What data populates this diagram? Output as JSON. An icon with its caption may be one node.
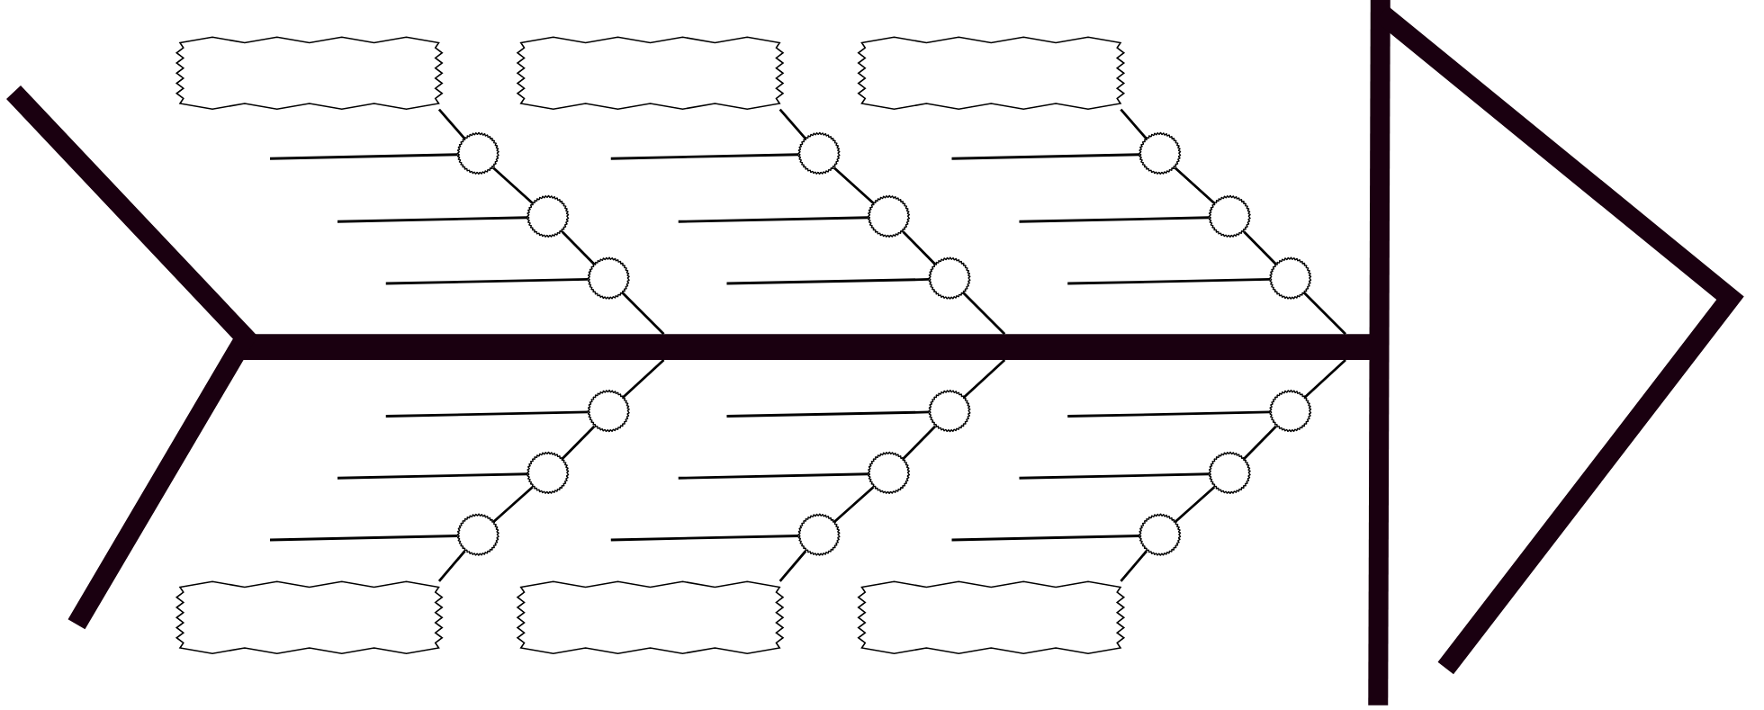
{
  "diagram": {
    "nodes": [
      {
        "text": [],
        "shape": "box"
      },
      {
        "text": [],
        "shape": "box"
      },
      {
        "text": [],
        "shape": "box"
      },
      {
        "text": [],
        "shape": "circle"
      },
      {
        "text": [],
        "shape": "circle"
      },
      {
        "text": [],
        "shape": "circle"
      },
      {
        "text": [],
        "shape": "circle"
      },
      {
        "text": [],
        "shape": "circle"
      },
      {
        "text": [],
        "shape": "circle"
      },
      {
        "text": [],
        "shape": "circle"
      },
      {
        "text": [],
        "shape": "circle"
      },
      {
        "text": [],
        "shape": "circle"
      },
      {
        "text": [],
        "shape": "circle"
      },
      {
        "text": [],
        "shape": "circle"
      },
      {
        "text": [],
        "shape": "circle"
      },
      {
        "text": [],
        "shape": "circle"
      },
      {
        "text": [],
        "shape": "circle"
      },
      {
        "text": [],
        "shape": "circle"
      },
      {
        "text": [],
        "shape": "circle"
      },
      {
        "text": [],
        "shape": "circle"
      },
      {
        "text": [],
        "shape": "circle"
      },
      {
        "text": [],
        "shape": "box"
      },
      {
        "text": [],
        "shape": "box"
      },
      {
        "text": [],
        "shape": "box"
      }
    ],
    "edges": [
      {
        "from": 0,
        "to": 3,
        "arrow": "none"
      },
      {
        "from": 3,
        "to": 6,
        "arrow": "none"
      },
      {
        "from": 6,
        "to": 9,
        "arrow": "none"
      },
      {
        "from": 1,
        "to": 4,
        "arrow": "none"
      },
      {
        "from": 4,
        "to": 7,
        "arrow": "none"
      },
      {
        "from": 7,
        "to": 10,
        "arrow": "none"
      },
      {
        "from": 2,
        "to": 5,
        "arrow": "none"
      },
      {
        "from": 5,
        "to": 8,
        "arrow": "none"
      },
      {
        "from": 8,
        "to": 11,
        "arrow": "none"
      },
      {
        "from": 12,
        "to": 15,
        "arrow": "none"
      },
      {
        "from": 15,
        "to": 18,
        "arrow": "none"
      },
      {
        "from": 18,
        "to": 21,
        "arrow": "none"
      },
      {
        "from": 13,
        "to": 16,
        "arrow": "none"
      },
      {
        "from": 16,
        "to": 19,
        "arrow": "none"
      },
      {
        "from": 19,
        "to": 22,
        "arrow": "none"
      },
      {
        "from": 14,
        "to": 17,
        "arrow": "none"
      },
      {
        "from": 17,
        "to": 20,
        "arrow": "none"
      },
      {
        "from": 20,
        "to": 23,
        "arrow": "none"
      },
      {
        "from": null,
        "to": 3,
        "arrow": "none"
      },
      {
        "from": null,
        "to": 4,
        "arrow": "none"
      },
      {
        "from": null,
        "to": 5,
        "arrow": "none"
      },
      {
        "from": null,
        "to": 6,
        "arrow": "none"
      },
      {
        "from": null,
        "to": 7,
        "arrow": "none"
      },
      {
        "from": null,
        "to": 8,
        "arrow": "none"
      },
      {
        "from": null,
        "to": 9,
        "arrow": "none"
      },
      {
        "from": null,
        "to": 10,
        "arrow": "none"
      },
      {
        "from": null,
        "to": 11,
        "arrow": "none"
      },
      {
        "from": null,
        "to": 12,
        "arrow": "none"
      },
      {
        "from": null,
        "to": 13,
        "arrow": "none"
      },
      {
        "from": null,
        "to": 14,
        "arrow": "none"
      },
      {
        "from": null,
        "to": 15,
        "arrow": "none"
      },
      {
        "from": null,
        "to": 16,
        "arrow": "none"
      },
      {
        "from": null,
        "to": 17,
        "arrow": "none"
      },
      {
        "from": null,
        "to": 18,
        "arrow": "none"
      },
      {
        "from": null,
        "to": 19,
        "arrow": "none"
      },
      {
        "from": null,
        "to": 20,
        "arrow": "none"
      }
    ]
  }
}
